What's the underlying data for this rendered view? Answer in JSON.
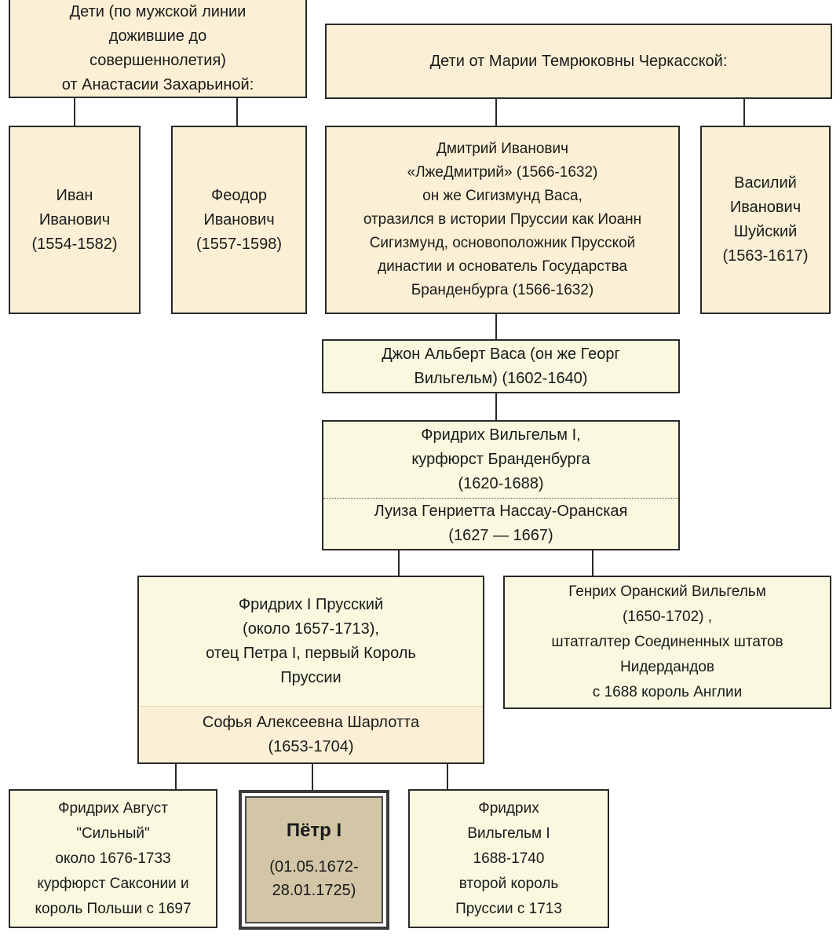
{
  "zakharyina_children": {
    "lines": [
      "Дети (по мужской линии",
      "дожившие до",
      "совершеннолетия)",
      "от Анастасии Захарьиной:"
    ]
  },
  "cherkasskaya_children": {
    "title": "Дети от Марии Темрюковны Черкасской:"
  },
  "ivan": {
    "lines": [
      "Иван",
      "Иванович",
      "(1554-1582)"
    ]
  },
  "feodor": {
    "lines": [
      "Феодор",
      "Иванович",
      "(1557-1598)"
    ]
  },
  "dmitry": {
    "lines": [
      "Дмитрий Иванович",
      "«ЛжеДмитрий» (1566-1632)",
      "он же Сигизмунд Васа,",
      "отразился в истории Пруссии как Иоанн",
      "Сигизмунд, основоположник Прусской",
      "династии и основатель Государства",
      "Бранденбурга (1566-1632)"
    ]
  },
  "vasily": {
    "lines": [
      "Василий",
      "Иванович",
      "Шуйский",
      "(1563-1617)"
    ]
  },
  "john_albert": {
    "lines": [
      "Джон Альберт Васа (он же Георг",
      "Вильгельм) (1602-1640)"
    ]
  },
  "friedrich_wilhelm": {
    "lines": [
      "Фридрих Вильгельм I,",
      "курфюрст Бранденбурга",
      "(1620-1688)"
    ],
    "spouse": [
      "Луиза Генриетта Нассау-Оранская",
      "(1627 — 1667)"
    ]
  },
  "friedrich_i": {
    "lines": [
      "Фридрих I Прусский",
      "(около 1657-1713),",
      "отец Петра I, первый Король",
      "Пруссии"
    ],
    "spouse": [
      "Софья Алексеевна Шарлотта",
      "(1653-1704)"
    ]
  },
  "henry_orange": {
    "lines": [
      "Генрих Оранский Вильгельм",
      "(1650-1702) ,",
      "штатгалтер Соединенных штатов",
      "Нидердандов",
      "с 1688 король Англии"
    ]
  },
  "august": {
    "lines": [
      "Фридрих Август",
      "\"Сильный\"",
      "около 1676-1733",
      "курфюрст Саксонии и",
      "король Польши с 1697"
    ]
  },
  "petr": {
    "name": "Пётр I",
    "dates": [
      "(01.05.1672-",
      "28.01.1725)"
    ]
  },
  "fw_i_second": {
    "lines": [
      "Фридрих",
      "Вильгельм I",
      "1688-1740",
      "второй король",
      "Пруссии с 1713"
    ]
  }
}
